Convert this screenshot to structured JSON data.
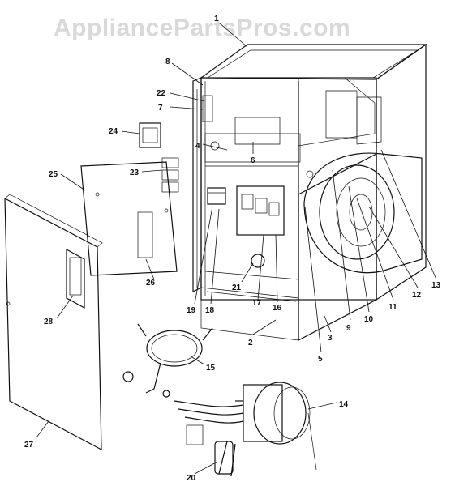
{
  "watermark": "AppliancePartsPros.com",
  "colors": {
    "line": "#111111",
    "shade": "#cfcfcf",
    "watermark": "#d9d9d9"
  },
  "callouts": [
    "1",
    "2",
    "3",
    "4",
    "5",
    "6",
    "7",
    "8",
    "9",
    "10",
    "11",
    "12",
    "13",
    "14",
    "15",
    "16",
    "17",
    "18",
    "19",
    "20",
    "21",
    "22",
    "23",
    "24",
    "25",
    "26",
    "27",
    "28"
  ]
}
